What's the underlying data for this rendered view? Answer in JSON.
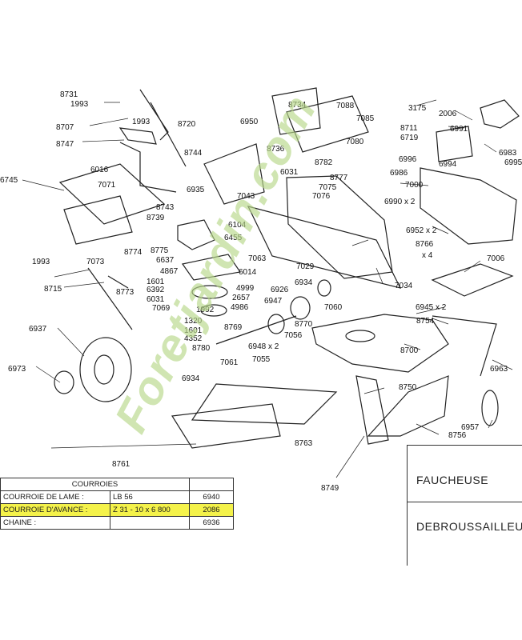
{
  "part_labels": [
    "8731",
    "1993",
    "8707",
    "8747",
    "6016",
    "7071",
    "6745",
    "1993",
    "8720",
    "8744",
    "6950",
    "8734",
    "7088",
    "3175",
    "2006",
    "8711",
    "6719",
    "6991",
    "8736",
    "7085",
    "7080",
    "6983",
    "6995",
    "6996",
    "6994",
    "8782",
    "8777",
    "7075",
    "7076",
    "6986",
    "7000",
    "6990 x 2",
    "6031",
    "6935",
    "8743",
    "8739",
    "8775",
    "8774",
    "6637",
    "4867",
    "1601",
    "6392",
    "6031",
    "7069",
    "7043",
    "6104",
    "6455",
    "7063",
    "6014",
    "4999",
    "2657",
    "4986",
    "1992",
    "1320",
    "1601",
    "4352",
    "8780",
    "8769",
    "7029",
    "6934",
    "6926",
    "6947",
    "7060",
    "8770",
    "7056",
    "7034",
    "6952 x 2",
    "8766",
    "x 4",
    "7006",
    "6945 x 2",
    "8754",
    "6948 x 2",
    "7055",
    "7061",
    "6934",
    "8700",
    "6963",
    "8750",
    "6957",
    "8756",
    "8763",
    "8749",
    "1993",
    "7073",
    "8715",
    "8773",
    "6937",
    "6973",
    "8761"
  ],
  "parts_table": {
    "header": "COURROIES",
    "rows": [
      {
        "name": "COURROIE DE LAME :",
        "ref": "LB 56",
        "code": "6940",
        "highlight": false
      },
      {
        "name": "COURROIE D'AVANCE :",
        "ref": "Z  31 - 10 x 6  800",
        "code": "2086",
        "highlight": true
      },
      {
        "name": "CHAINE :",
        "ref": "",
        "code": "6936",
        "highlight": false
      }
    ]
  },
  "title_block": {
    "line1": "FAUCHEUSE",
    "line2": "DEBROUSSAILLEU"
  },
  "watermark": {
    "text": "Foretjardin.com"
  },
  "colors": {
    "highlight": "#f4f24a",
    "watermark": "#b8d88a",
    "ink": "#1a1a1a"
  }
}
